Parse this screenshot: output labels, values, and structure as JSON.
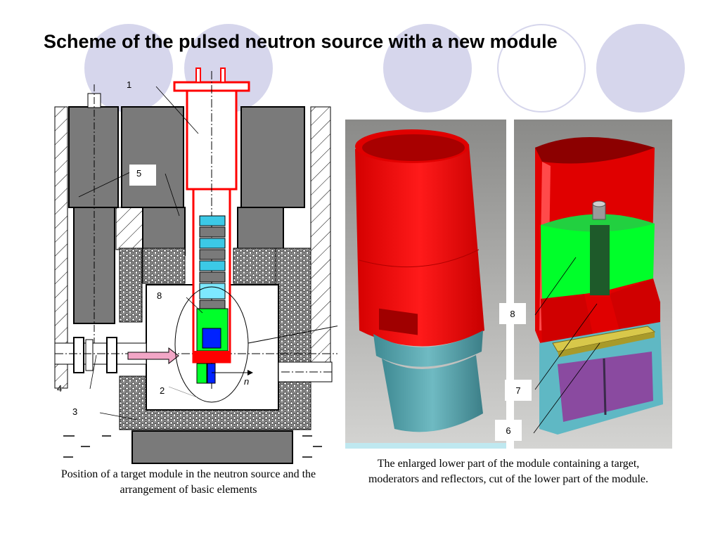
{
  "title": "Scheme of the pulsed neutron source with a new module",
  "left_figure": {
    "caption": "Position of a target module in the neutron source and the arrangement of basic elements",
    "callouts": [
      "1",
      "2",
      "3",
      "4",
      "5",
      "8"
    ],
    "axis_label": "n"
  },
  "right_figure": {
    "caption": "The enlarged lower part of the module containing a target, moderators and reflectors, cut of the lower part of the module.",
    "callouts": [
      "8",
      "7",
      "6"
    ]
  },
  "colors": {
    "decor_circle": "#d6d6ec",
    "module_red": "#ff0000",
    "moderator_green": "#00ff2a",
    "reflector_teal": "#5aa5ad",
    "target_yellow": "#d8c84a",
    "purple": "#8a4aa0",
    "gray_block": "#7a7a7a"
  }
}
